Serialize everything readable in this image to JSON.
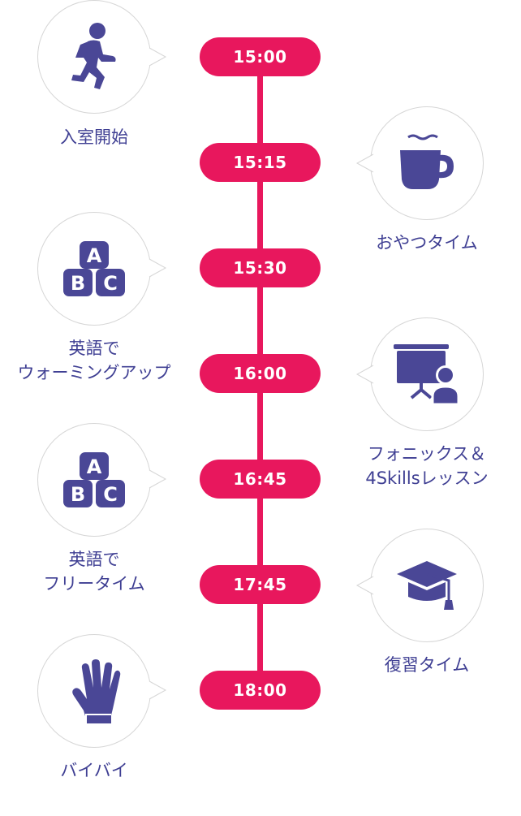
{
  "colors": {
    "accent": "#e8175d",
    "icon": "#4a4796",
    "text": "#3f3f93",
    "bubble_border": "#d6d6d6"
  },
  "schedule": [
    {
      "time": "15:00",
      "icon": "running-person-icon",
      "label": "入室開始",
      "label2": ""
    },
    {
      "time": "15:15",
      "icon": "coffee-cup-icon",
      "label": "おやつタイム",
      "label2": ""
    },
    {
      "time": "15:30",
      "icon": "abc-blocks-icon",
      "label": "英語で",
      "label2": "ウォーミングアップ"
    },
    {
      "time": "16:00",
      "icon": "presentation-board-icon",
      "label": "フォニックス＆",
      "label2": "4Skillsレッスン"
    },
    {
      "time": "16:45",
      "icon": "abc-blocks-icon",
      "label": "英語で",
      "label2": "フリータイム"
    },
    {
      "time": "17:45",
      "icon": "graduation-cap-icon",
      "label": "復習タイム",
      "label2": ""
    },
    {
      "time": "18:00",
      "icon": "waving-hand-icon",
      "label": "バイバイ",
      "label2": ""
    }
  ]
}
